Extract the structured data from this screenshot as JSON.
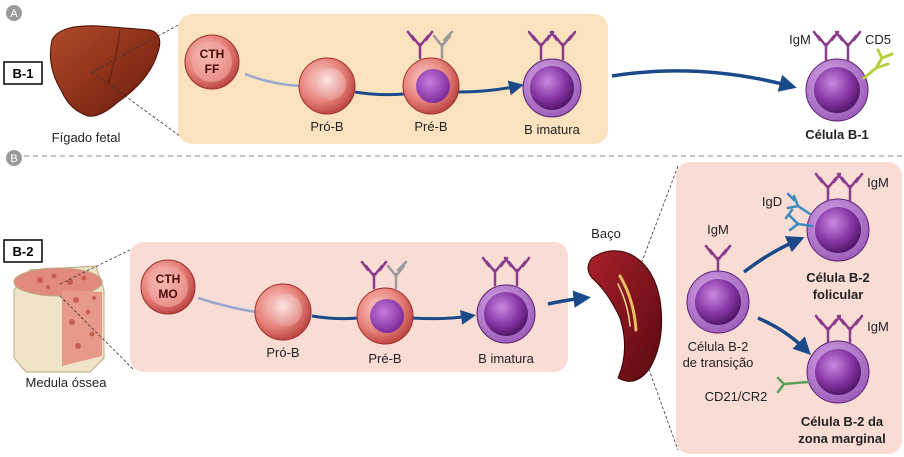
{
  "section_a": {
    "letter": "A",
    "badge": "B-1",
    "organ_label": "Fígado fetal",
    "stem_line1": "CTH",
    "stem_line2": "FF",
    "pro_b": "Pró-B",
    "pre_b": "Pré-B",
    "immature_b": "B imatura",
    "result_igm": "IgM",
    "result_cd5": "CD5",
    "result_label": "Célula B-1"
  },
  "section_b": {
    "letter": "B",
    "badge": "B-2",
    "organ_label": "Medula óssea",
    "stem_line1": "CTH",
    "stem_line2": "MO",
    "pro_b": "Pró-B",
    "pre_b": "Pré-B",
    "immature_b": "B imatura",
    "spleen_label": "Baço",
    "transition_igm": "IgM",
    "transition_line1": "Célula B-2",
    "transition_line2": "de transição",
    "follicular_igd": "IgD",
    "follicular_igm": "IgM",
    "follicular_line1": "Célula B-2",
    "follicular_line2": "folicular",
    "marginal_igm": "IgM",
    "marginal_cd21": "CD21/CR2",
    "marginal_line1": "Célula B-2 da",
    "marginal_line2": "zona marginal"
  },
  "colors": {
    "panel_a": "#fbe2bf",
    "panel_b": "#f9dcd4",
    "arrow": "#1b4a8a",
    "receptor": "#8a3a8a",
    "igd": "#3a8ac0",
    "cd5": "#b8d040",
    "cd21": "#5aa05a"
  }
}
